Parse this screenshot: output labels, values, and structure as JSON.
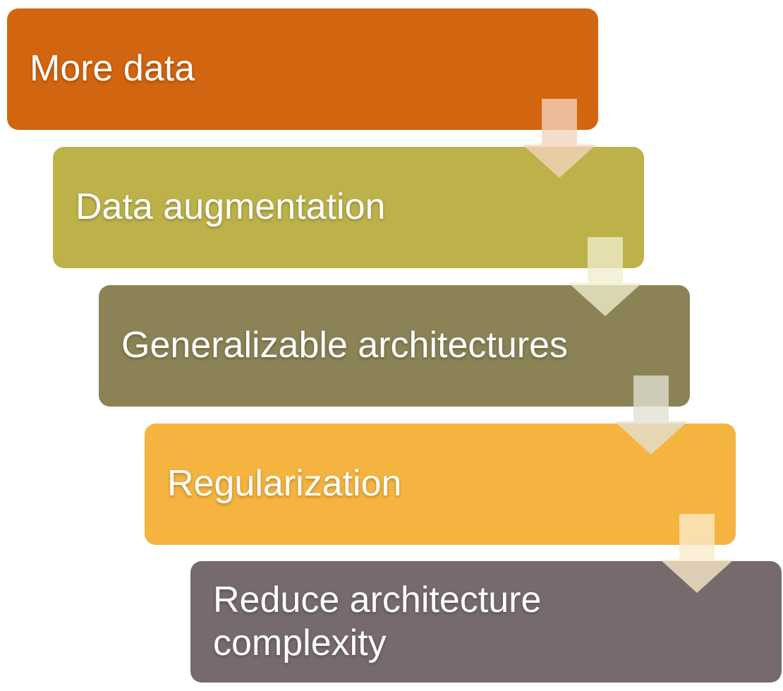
{
  "diagram": {
    "type": "step-down-process",
    "text_color": "#FFFFFF",
    "background_color": "#FFFFFF",
    "steps": [
      {
        "label": "More data",
        "color": "#D2650F",
        "arrow_color": "#F2D3BE"
      },
      {
        "label": "Data augmentation",
        "color": "#BDB24A",
        "arrow_color": "#EFEDCD"
      },
      {
        "label": "Generalizable architectures",
        "color": "#8B8355",
        "arrow_color": "#E2E0D3"
      },
      {
        "label": "Regularization",
        "color": "#F5B43F",
        "arrow_color": "#FBE9C9"
      },
      {
        "label": "Reduce architecture complexity",
        "color": "#766A6C",
        "arrow_color": ""
      }
    ]
  }
}
